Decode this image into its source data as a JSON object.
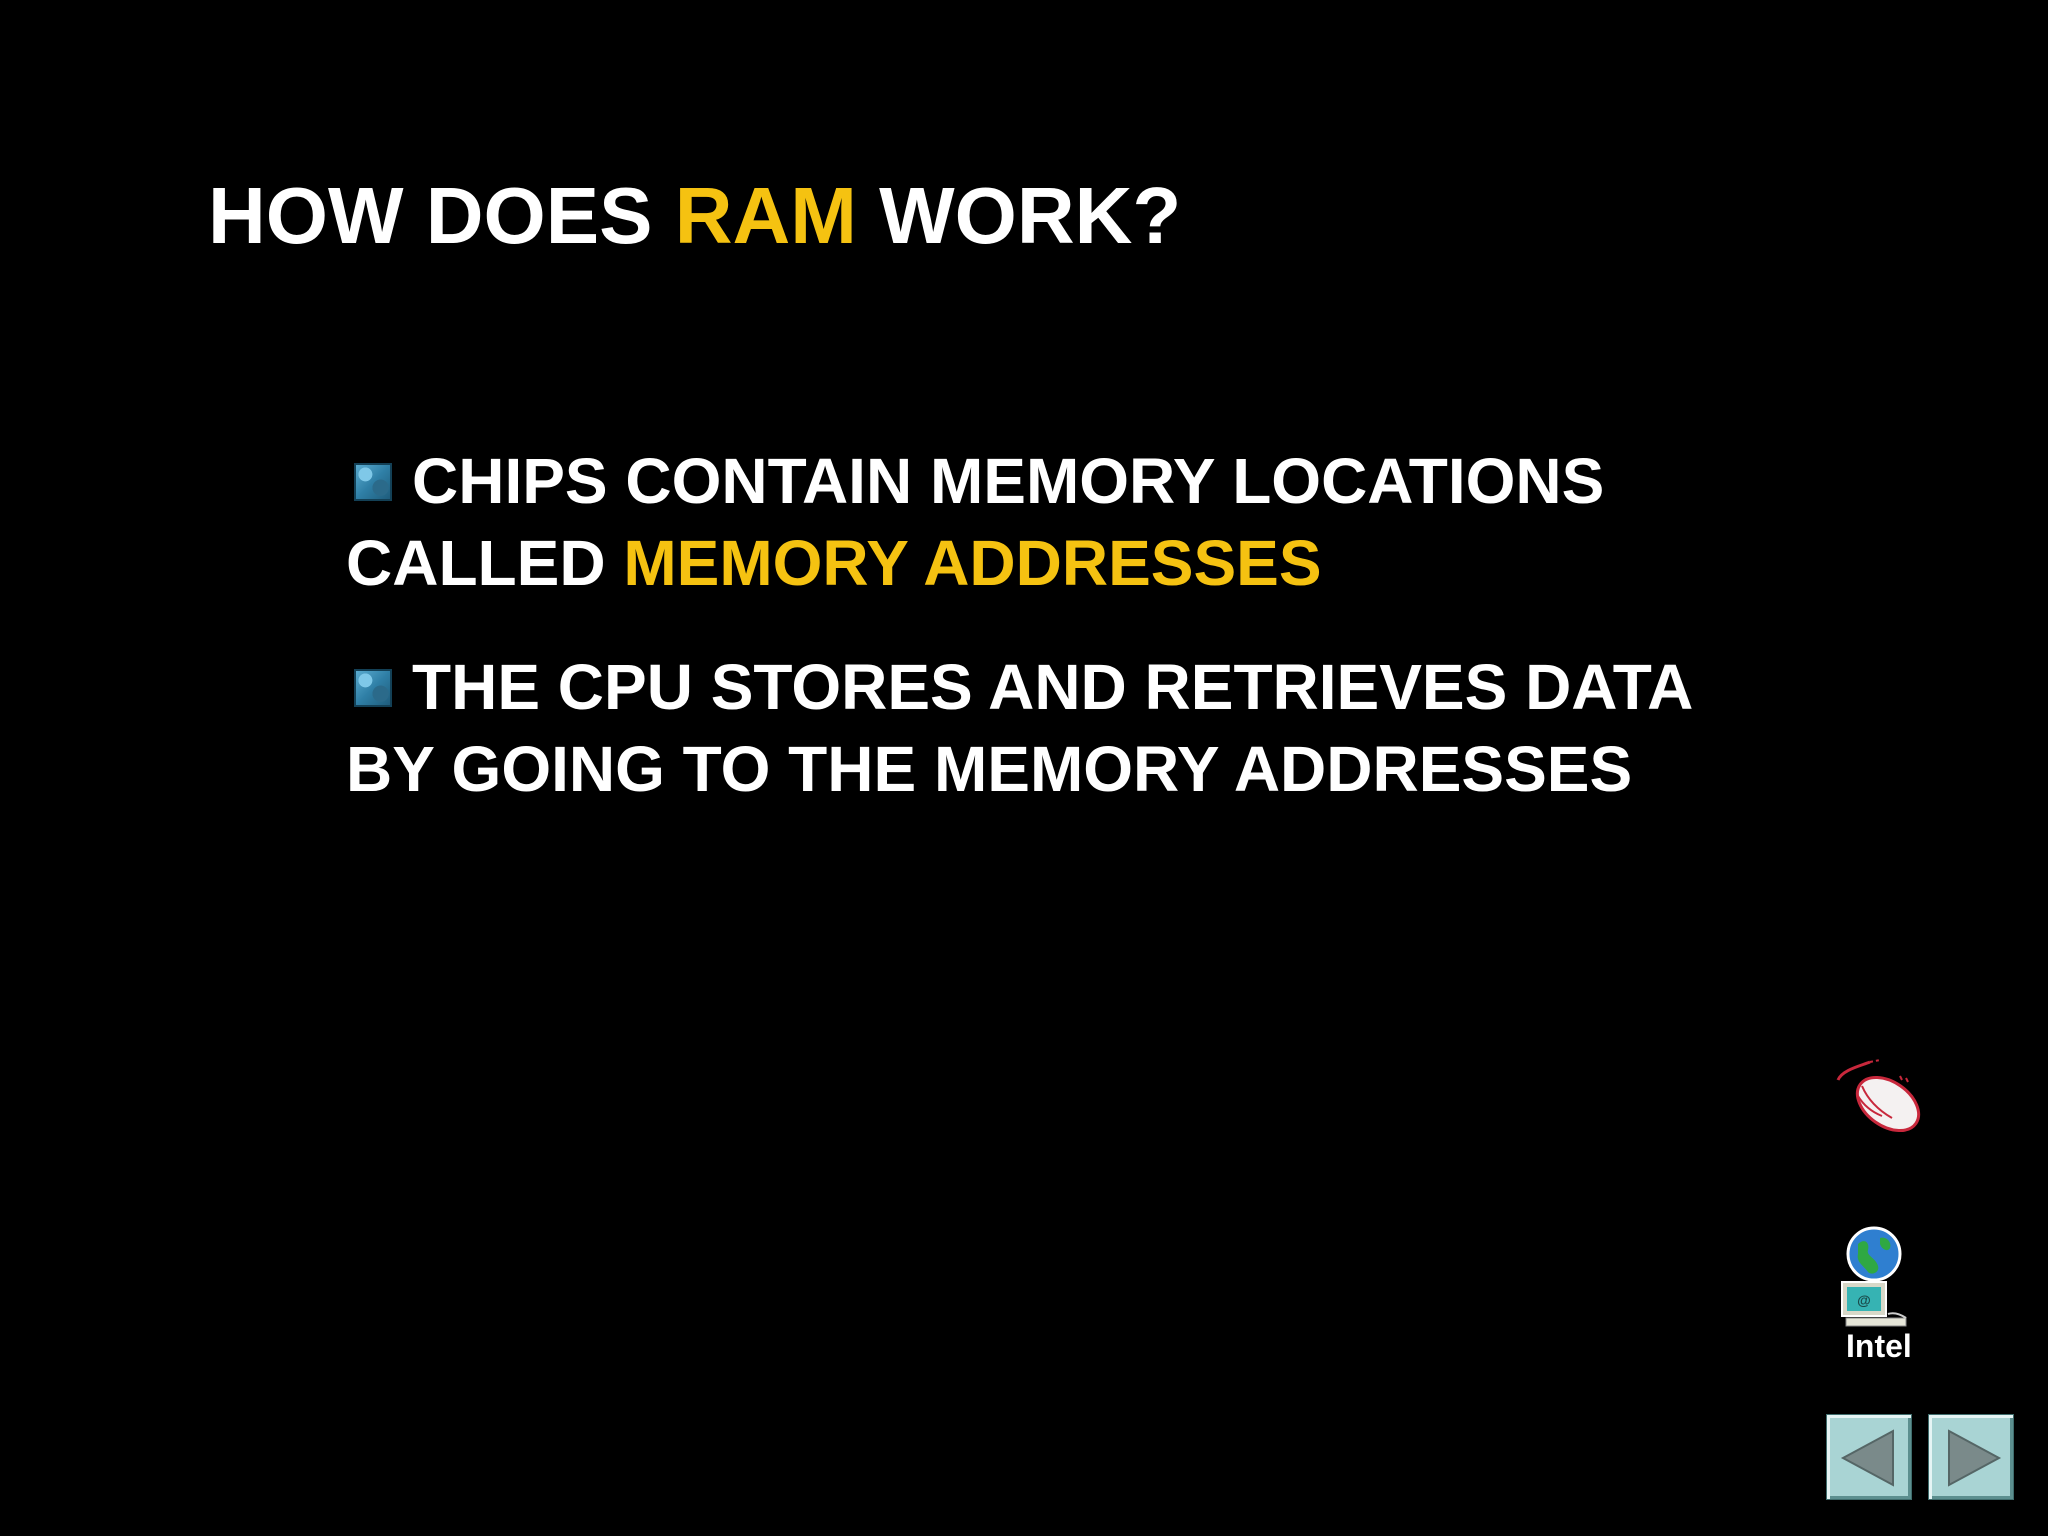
{
  "slide": {
    "title": {
      "part1": "HOW DOES ",
      "highlight": "RAM",
      "part2": " WORK?"
    },
    "bullets": [
      {
        "line1": "CHIPS CONTAIN MEMORY LOCATIONS",
        "line2_plain": "CALLED ",
        "line2_highlight": "MEMORY ADDRESSES"
      },
      {
        "line1": "THE CPU STORES AND RETRIEVES DATA",
        "line2_plain": "BY GOING TO THE MEMORY ADDRESSES",
        "line2_highlight": ""
      }
    ],
    "links": {
      "intel_label": "Intel"
    },
    "icons": {
      "bullet": "square-bullet-icon",
      "mouse": "mouse-icon",
      "globe_computer": "globe-computer-icon",
      "prev": "previous-arrow-icon",
      "next": "next-arrow-icon"
    },
    "colors": {
      "background": "#000000",
      "text": "#ffffff",
      "highlight": "#f5c211",
      "nav_button": "#a9d4d4"
    }
  }
}
